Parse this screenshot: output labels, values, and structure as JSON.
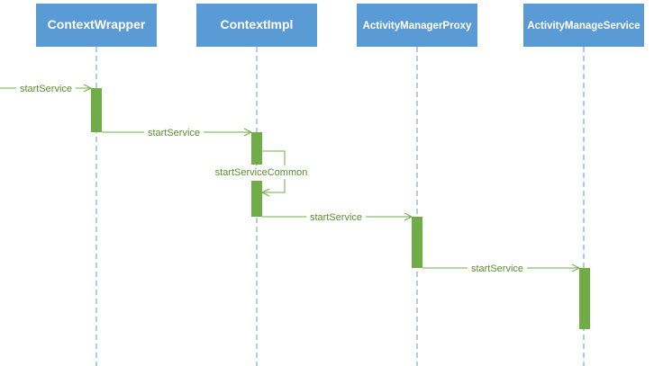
{
  "participants": [
    {
      "label": "ContextWrapper"
    },
    {
      "label": "ContextImpl"
    },
    {
      "label": "ActivityManagerProxy"
    },
    {
      "label": "ActivityManageService"
    }
  ],
  "messages": [
    {
      "label": "startService",
      "from": null,
      "to": 0
    },
    {
      "label": "startService",
      "from": 0,
      "to": 1
    },
    {
      "label": "startServiceCommon",
      "from": 1,
      "to": 1
    },
    {
      "label": "startService",
      "from": 1,
      "to": 2
    },
    {
      "label": "startService",
      "from": 2,
      "to": 3
    }
  ],
  "colors": {
    "box": "#5b9bd5",
    "lifeline": "#5b9bd5",
    "activation": "#70ad47",
    "arrow": "#70ad47",
    "label": "#5b8f2f"
  }
}
